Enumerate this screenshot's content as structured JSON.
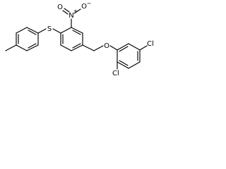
{
  "molecule": {
    "atoms": {
      "S": "S",
      "N": "N",
      "O_nitro_top": "O",
      "O_nitro_left": "O",
      "O_ether": "O",
      "Cl_top": "Cl",
      "Cl_bottom": "Cl"
    },
    "charges": {
      "N": "+",
      "O_nitro_top": "−"
    },
    "colors": {
      "bond": "#000000",
      "label": "#000000",
      "background": "#ffffff"
    }
  }
}
